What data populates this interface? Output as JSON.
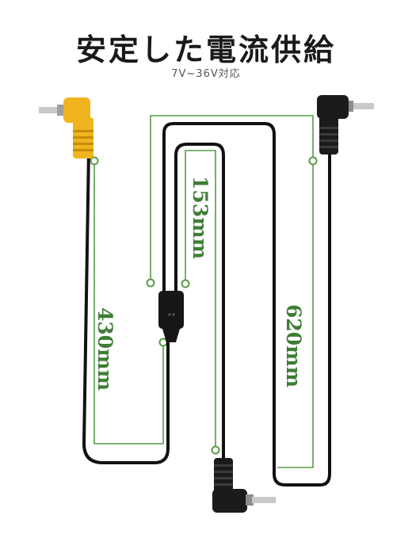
{
  "title": "安定した電流供給",
  "subtitle": "7V~36V対応",
  "dimensions": {
    "left_cable": "430mm",
    "middle_cable": "153mm",
    "right_cable": "620mm"
  },
  "colors": {
    "cable": "#111111",
    "dimension_line": "#5a9a48",
    "dimension_text": "#3f7d36",
    "yellow_connector": "#f0b41e",
    "metal_tip": "#c9c9c9"
  }
}
